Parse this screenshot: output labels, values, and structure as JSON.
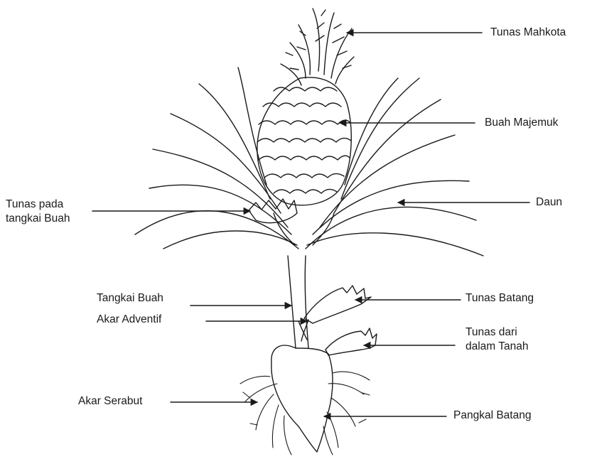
{
  "diagram": {
    "labels": {
      "tunas_mahkota": "Tunas Mahkota",
      "buah_majemuk": "Buah Majemuk",
      "daun": "Daun",
      "tunas_tangkai_1": "Tunas pada",
      "tunas_tangkai_2": "tangkai Buah",
      "tangkai_buah": "Tangkai Buah",
      "akar_adventif": "Akar Adventif",
      "tunas_batang": "Tunas Batang",
      "tunas_tanah_1": "Tunas dari",
      "tunas_tanah_2": "dalam Tanah",
      "akar_serabut": "Akar Serabut",
      "pangkal_batang": "Pangkal Batang"
    },
    "colors": {
      "ink": "#1a1a1a",
      "background": "#ffffff"
    },
    "icon": "pineapple-plant-illustration"
  }
}
